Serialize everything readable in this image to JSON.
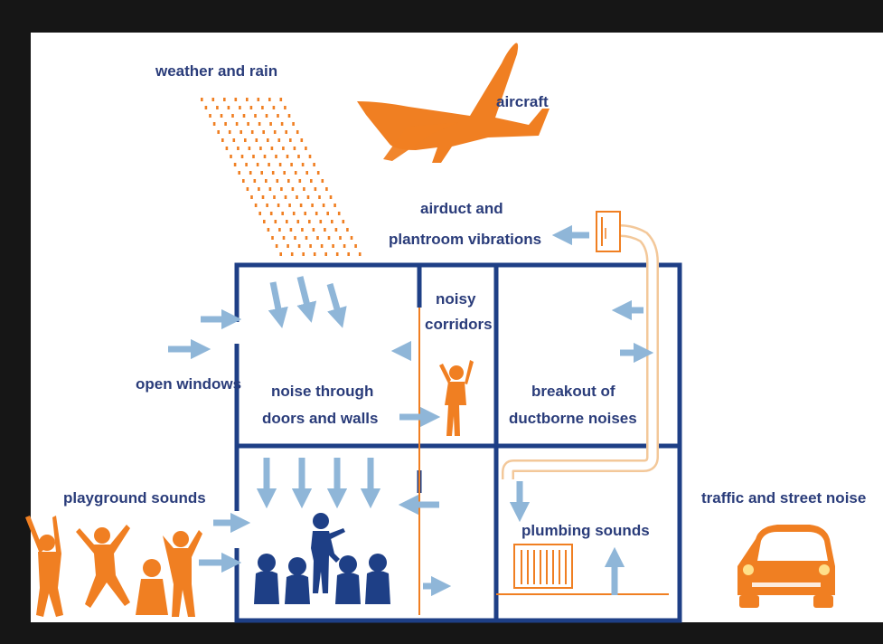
{
  "labels": {
    "weather": "weather and rain",
    "aircraft": "aircraft",
    "airduct_line1": "airduct and",
    "airduct_line2": "plantroom vibrations",
    "noisy_line1": "noisy",
    "noisy_line2": "corridors",
    "open_windows": "open windows",
    "doors_line1": "noise through",
    "doors_line2": "doors and walls",
    "breakout_line1": "breakout of",
    "breakout_line2": "ductborne noises",
    "playground": "playground sounds",
    "plumbing": "plumbing sounds",
    "traffic": "traffic and street noise"
  },
  "colors": {
    "building": "#1e3f86",
    "arrow": "#8fb6d8",
    "orange": "#f07f22",
    "pipe": "#f3c89a",
    "text": "#2a3c7a",
    "background": "#ffffff",
    "frame": "#161616"
  },
  "icons": {
    "aircraft": "airplane-icon",
    "car": "car-icon",
    "rain": "rain-icon",
    "radiator": "radiator-icon",
    "fan": "duct-fan-icon",
    "children": "child-figure-icon"
  }
}
